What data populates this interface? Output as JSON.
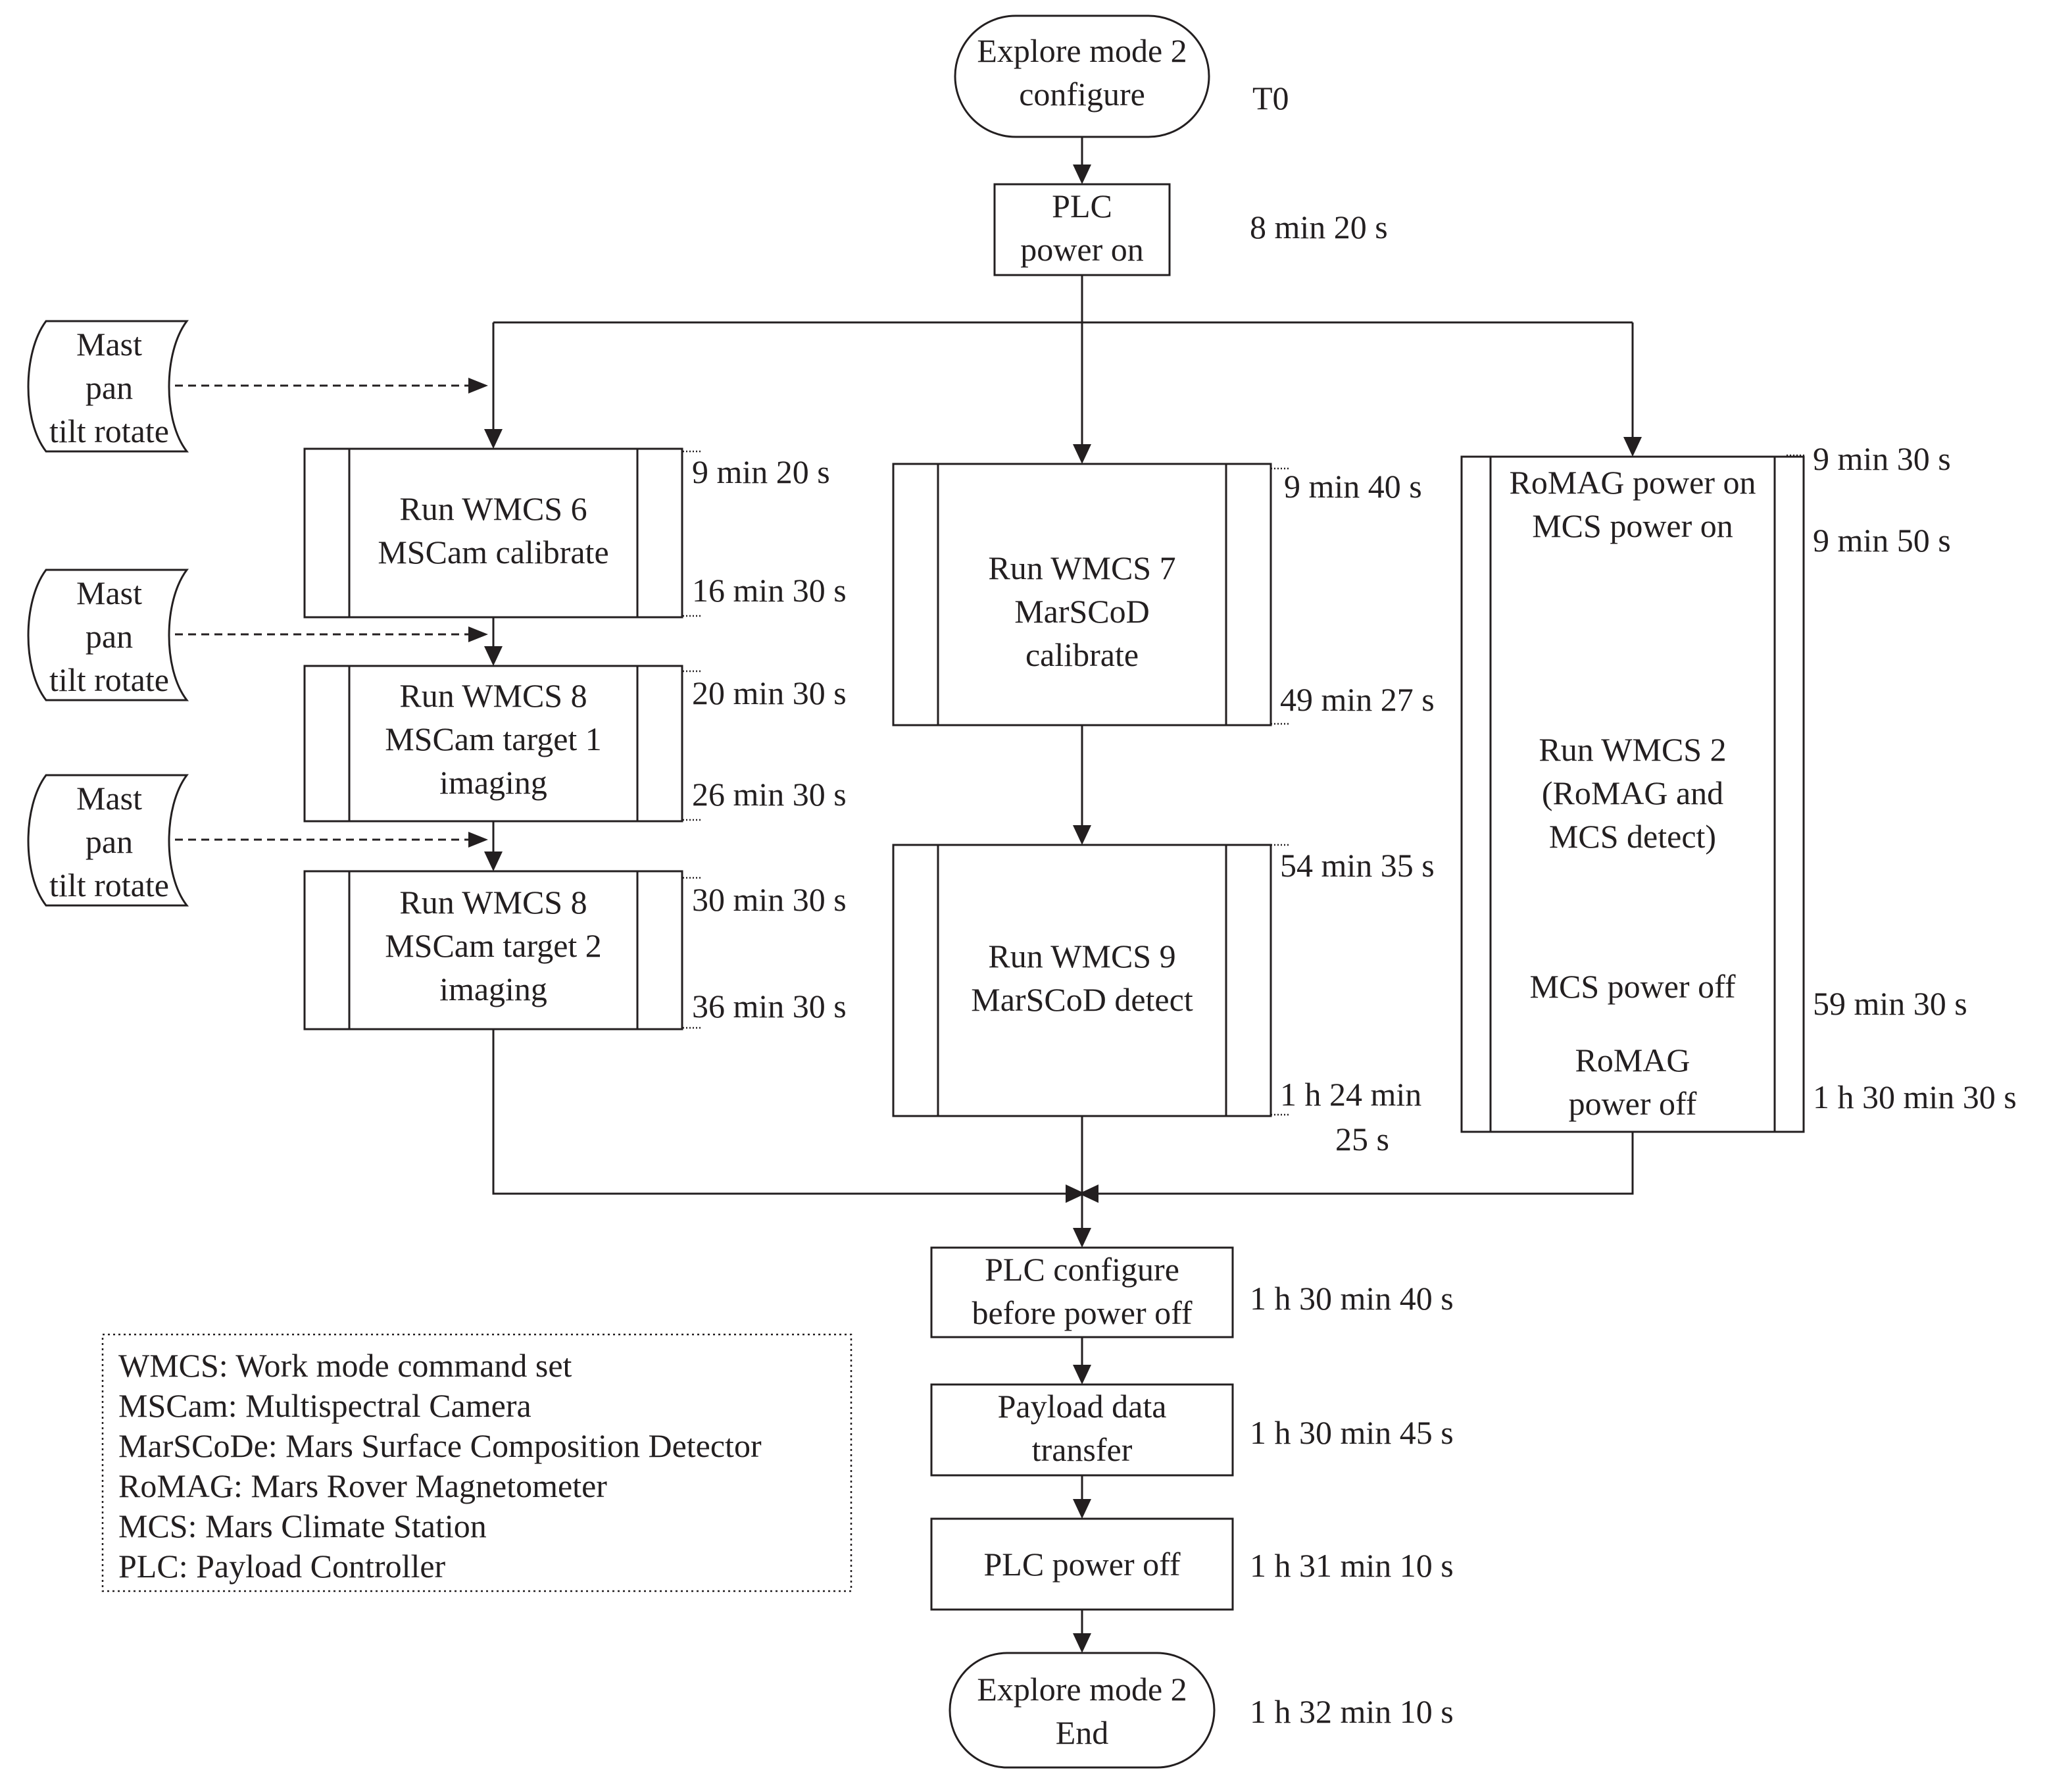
{
  "nodes": {
    "start": [
      "Explore mode 2",
      "configure"
    ],
    "plc_on": [
      "PLC",
      "power on"
    ],
    "wmcs6": [
      "Run WMCS 6",
      "MSCam calibrate"
    ],
    "wmcs8a": [
      "Run WMCS 8",
      "MSCam target 1",
      "imaging"
    ],
    "wmcs8b": [
      "Run WMCS 8",
      "MSCam target 2",
      "imaging"
    ],
    "wmcs7": [
      "Run WMCS 7",
      "MarSCoD",
      "calibrate"
    ],
    "wmcs9": [
      "Run WMCS 9",
      "MarSCoD detect"
    ],
    "romag_on": [
      "RoMAG power on",
      "MCS power on"
    ],
    "wmcs2": [
      "Run WMCS 2",
      "(RoMAG and",
      "MCS detect)"
    ],
    "mcs_off": [
      "MCS power off"
    ],
    "romag_off": [
      "RoMAG",
      "power off"
    ],
    "plc_cfg": [
      "PLC configure",
      "before power off"
    ],
    "payload": [
      "Payload data",
      "transfer"
    ],
    "plc_off": [
      "PLC power off"
    ],
    "end": [
      "Explore mode 2",
      "End"
    ],
    "mast1": [
      "Mast",
      "pan",
      "tilt rotate"
    ],
    "mast2": [
      "Mast",
      "pan",
      "tilt rotate"
    ],
    "mast3": [
      "Mast",
      "pan",
      "tilt rotate"
    ]
  },
  "times": {
    "t0": "T0",
    "plc_on": "8 min 20 s",
    "wmcs6_start": "9 min 20 s",
    "wmcs6_end": "16 min 30 s",
    "wmcs8a_start": "20 min 30 s",
    "wmcs8a_end": "26 min 30 s",
    "wmcs8b_start": "30 min 30 s",
    "wmcs8b_end": "36 min 30 s",
    "wmcs7_start": "9 min 40 s",
    "wmcs7_end": "49 min 27 s",
    "wmcs9_start": "54 min 35 s",
    "wmcs9_end_1": "1 h 24 min",
    "wmcs9_end_2": "25 s",
    "romag_on": "9 min 30 s",
    "mcs_on": "9 min 50 s",
    "mcs_off": "59 min 30 s",
    "romag_off": "1 h 30 min 30 s",
    "plc_cfg": "1 h 30 min 40 s",
    "payload": "1 h 30 min 45 s",
    "plc_off": "1 h 31 min 10 s",
    "end": "1 h 32 min 10 s"
  },
  "legend": [
    "WMCS: Work mode command set",
    "MSCam: Multispectral Camera",
    "MarSCoDe: Mars Surface Composition Detector",
    "RoMAG: Mars Rover Magnetometer",
    "MCS: Mars Climate Station",
    "PLC: Payload Controller"
  ]
}
